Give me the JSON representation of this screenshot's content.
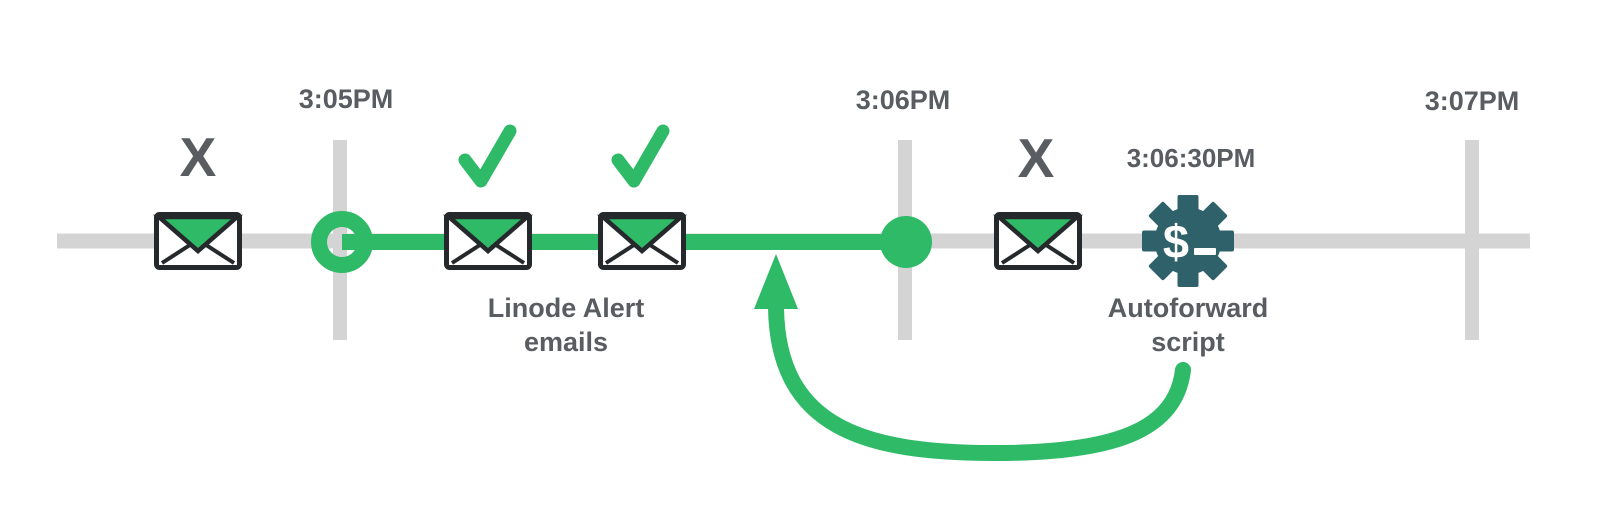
{
  "colors": {
    "green": "#2fba68",
    "track_gray": "#d4d4d4",
    "text_dark": "#595c60",
    "icon_outline": "#26292c",
    "gear_gradient_start": "#2e6169",
    "gear_gradient_end": "#152a38",
    "background": "#ffffff"
  },
  "timeline": {
    "tick_labels": [
      "3:05PM",
      "3:06PM",
      "3:07PM"
    ],
    "script_time_label": "3:06:30PM"
  },
  "marks": {
    "fail_left": "X",
    "fail_right": "X"
  },
  "labels": {
    "alert_line1": "Linode Alert",
    "alert_line2": "emails",
    "script_line1": "Autoforward",
    "script_line2": "script"
  },
  "gear": {
    "prompt_symbol": "$",
    "cursor": "_"
  },
  "icons": [
    "envelope-icon",
    "check-icon",
    "x-mark",
    "gear-terminal-icon",
    "loop-arrow-icon",
    "timeline-ring",
    "timeline-dot"
  ],
  "events": [
    {
      "icon": "envelope-icon",
      "mark": "X",
      "position": "before 3:05PM"
    },
    {
      "icon": "envelope-icon",
      "mark": "check",
      "position": "after 3:05PM",
      "group_label": "Linode Alert emails"
    },
    {
      "icon": "envelope-icon",
      "mark": "check",
      "position": "after 3:05PM",
      "group_label": "Linode Alert emails"
    },
    {
      "icon": "envelope-icon",
      "mark": "X",
      "position": "after 3:06PM"
    },
    {
      "icon": "gear-terminal-icon",
      "label": "Autoforward script",
      "time": "3:06:30PM"
    }
  ]
}
